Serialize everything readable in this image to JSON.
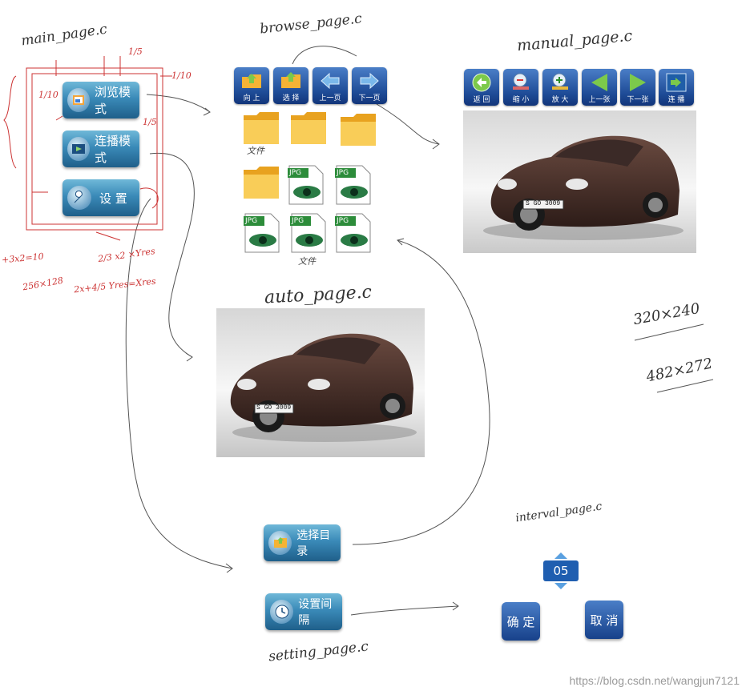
{
  "labels": {
    "main": "main_page.c",
    "browse": "browse_page.c",
    "manual": "manual_page.c",
    "auto": "auto_page.c",
    "interval": "interval_page.c",
    "setting": "setting_page.c",
    "res1": "320×240",
    "res2": "482×272"
  },
  "main_buttons": [
    "浏览模式",
    "连播模式",
    "设 置"
  ],
  "browse_toolbar": [
    "向 上",
    "选 择",
    "上一页",
    "下一页"
  ],
  "browse_items": {
    "folder_caption_1": "文件",
    "file_caption_1": "文件",
    "jpg_label": "JPG"
  },
  "manual_toolbar": [
    "返 回",
    "缩 小",
    "放 大",
    "上一张",
    "下一张",
    "连 播"
  ],
  "setting_buttons": [
    "选择目录",
    "设置间隔"
  ],
  "interval": {
    "value": "05",
    "ok": "确 定",
    "cancel": "取 消"
  },
  "plate": "S GO 3009",
  "red_notes": [
    "+3x2=10",
    "2/3 x2 ×Yres",
    "256×128",
    "2x+4/5 Yres=Xres",
    "1/5",
    "1/10",
    "1/5",
    "1/10"
  ],
  "watermark": "https://blog.csdn.net/wangjun7121"
}
